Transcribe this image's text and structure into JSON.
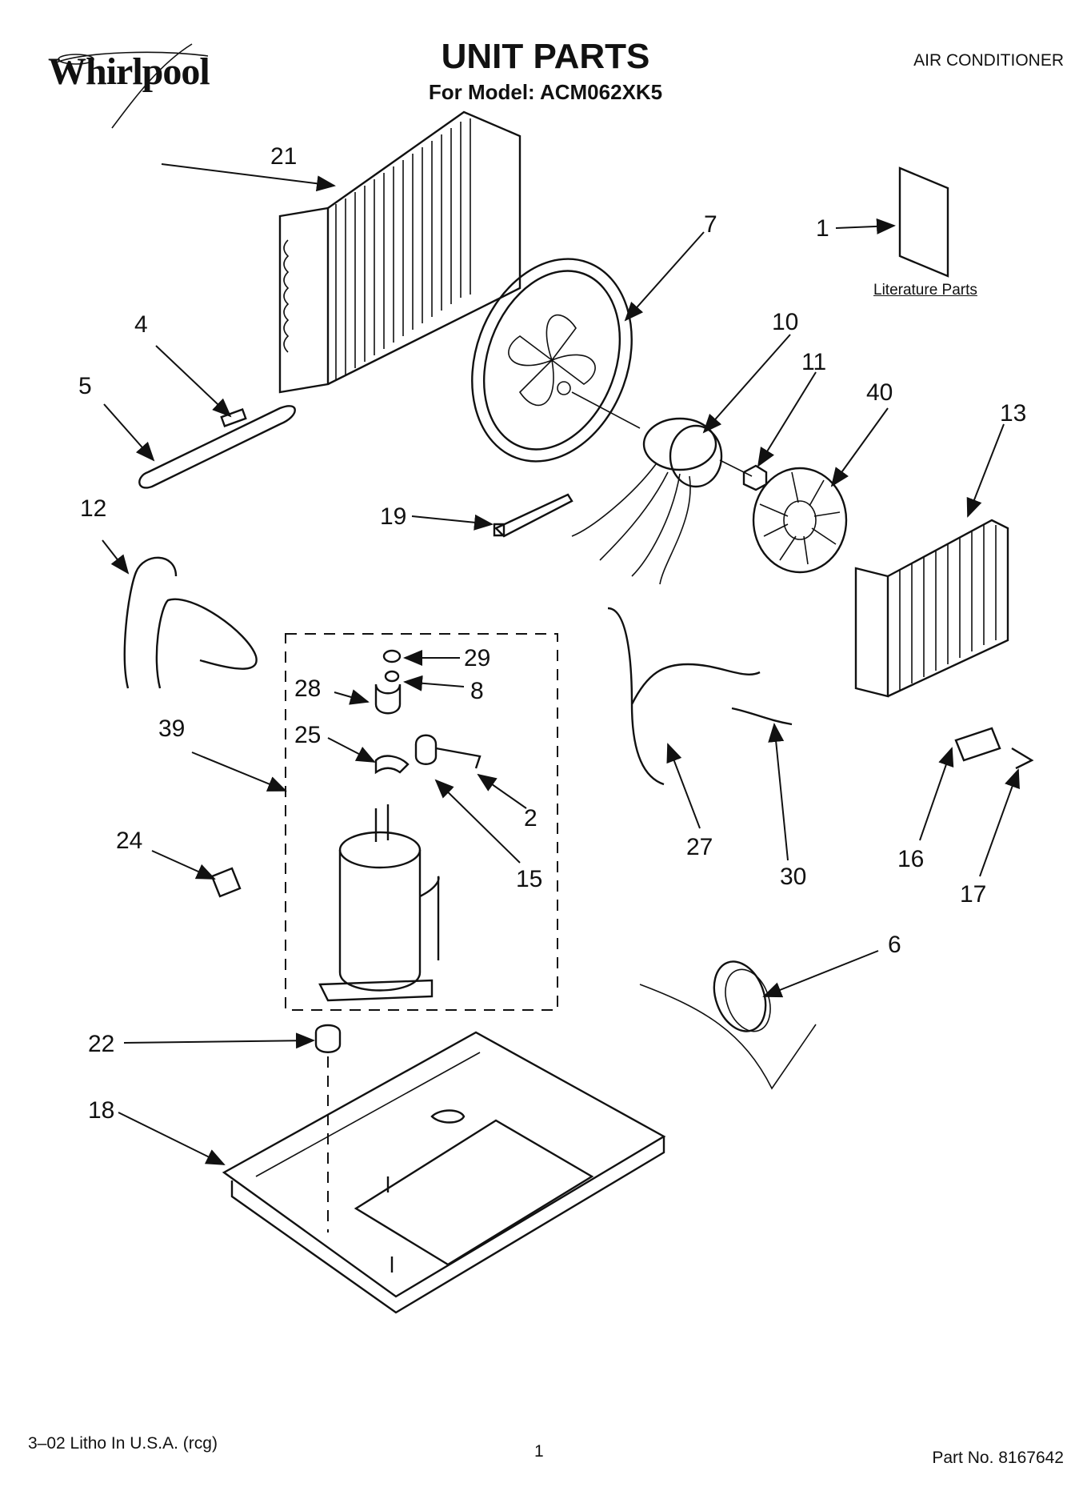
{
  "header": {
    "brand": "Whirlpool",
    "title": "UNIT PARTS",
    "model_line": "For Model: ACM062XK5",
    "category": "AIR CONDITIONER"
  },
  "literature_label": "Literature Parts",
  "callouts": {
    "c1": "1",
    "c2": "2",
    "c4": "4",
    "c5": "5",
    "c6": "6",
    "c7": "7",
    "c8": "8",
    "c10": "10",
    "c11": "11",
    "c12": "12",
    "c13": "13",
    "c15": "15",
    "c16": "16",
    "c17": "17",
    "c18": "18",
    "c19": "19",
    "c21": "21",
    "c22": "22",
    "c24": "24",
    "c25": "25",
    "c27": "27",
    "c28": "28",
    "c29": "29",
    "c30": "30",
    "c39": "39",
    "c40": "40"
  },
  "footer": {
    "litho": "3–02 Litho In U.S.A. (rcg)",
    "page": "1",
    "part_no": "Part No. 8167642"
  }
}
